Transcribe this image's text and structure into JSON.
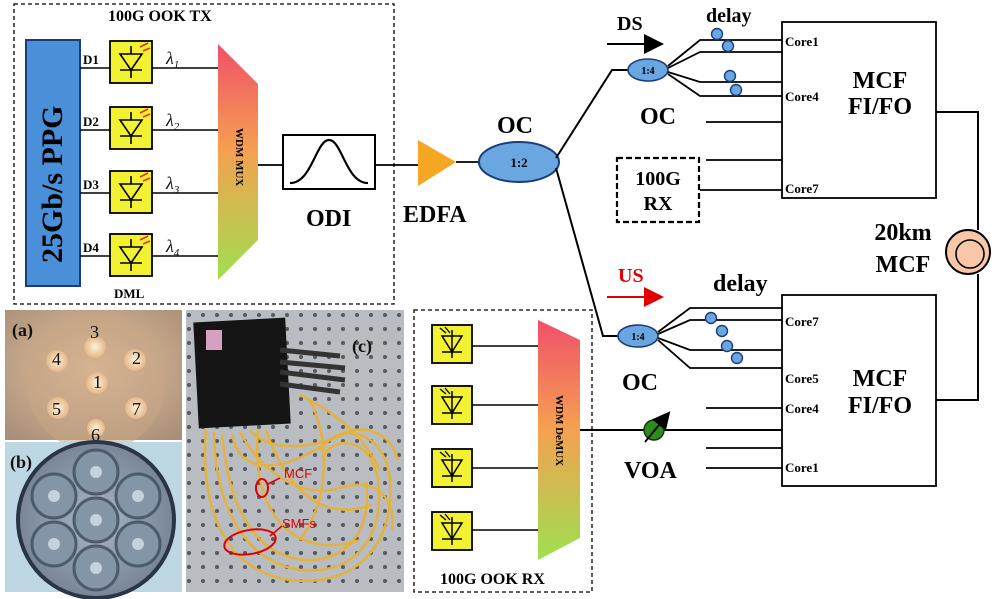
{
  "tx": {
    "title": "100G OOK TX",
    "ppg": "25Gb/s PPG",
    "channels": [
      "D1",
      "D2",
      "D3",
      "D4"
    ],
    "wavelengths": [
      "1",
      "2",
      "3",
      "4"
    ],
    "lambda": "λ",
    "dml": "DML",
    "mux": "WDM MUX"
  },
  "odi": "ODI",
  "edfa": "EDFA",
  "oc_main": {
    "label": "OC",
    "ratio": "1:2"
  },
  "ds": {
    "label": "DS",
    "delay": "delay",
    "oc_ratio": "1:4",
    "oc_label": "OC",
    "rx_line1": "100G",
    "rx_line2": "RX",
    "cores": [
      "Core1",
      "Core4",
      "Core7"
    ],
    "fifo_line1": "MCF",
    "fifo_line2": "FI/FO"
  },
  "fiber": {
    "line1": "20km",
    "line2": "MCF"
  },
  "us": {
    "label": "US",
    "delay": "delay",
    "oc_ratio": "1:4",
    "oc_label": "OC",
    "voa": "VOA",
    "cores": [
      "Core7",
      "Core5",
      "Core4",
      "Core1"
    ],
    "fifo_line1": "MCF",
    "fifo_line2": "FI/FO"
  },
  "rx": {
    "title": "100G OOK RX",
    "demux": "WDM DeMUX"
  },
  "photos": {
    "a_label": "(a)",
    "a_cores": [
      "3",
      "4",
      "2",
      "1",
      "5",
      "7",
      "6"
    ],
    "b_label": "(b)",
    "c_label": "(c)",
    "mcf": "MCF",
    "smfs": "SMFs"
  },
  "colors": {
    "ppg": "#4a90d9",
    "laser": "#f2f233",
    "edfa": "#f5a623",
    "coupler": "#6aa7e0",
    "voa": "#2e8b1e",
    "us_arrow": "#e00000"
  }
}
